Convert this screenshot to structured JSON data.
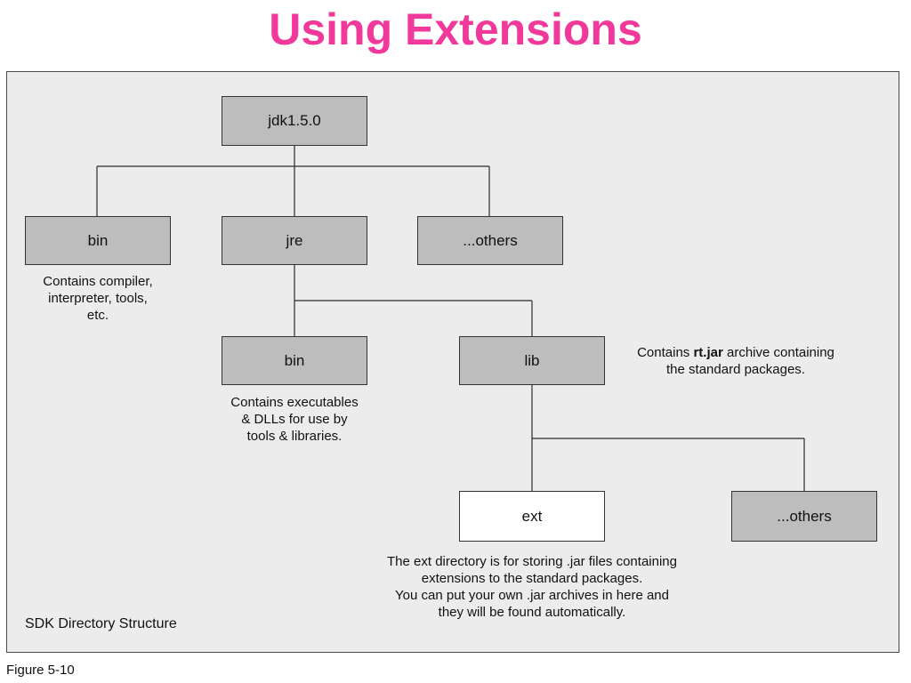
{
  "title": "Using Extensions",
  "nodes": {
    "root": "jdk1.5.0",
    "bin": "bin",
    "jre": "jre",
    "others_top": "...others",
    "jre_bin": "bin",
    "lib": "lib",
    "ext": "ext",
    "others_lib": "...others"
  },
  "notes": {
    "bin": "Contains compiler,\ninterpreter, tools,\netc.",
    "jre_bin": "Contains executables\n& DLLs for use by\ntools & libraries.",
    "lib_prefix": "Contains ",
    "lib_bold": "rt.jar",
    "lib_suffix": " archive containing\nthe standard packages.",
    "ext": "The ext directory is for storing .jar files containing\nextensions to the standard packages.\nYou can put your own .jar archives in here and\nthey will be found automatically."
  },
  "caption": "SDK Directory Structure",
  "figure_label": "Figure 5-10"
}
